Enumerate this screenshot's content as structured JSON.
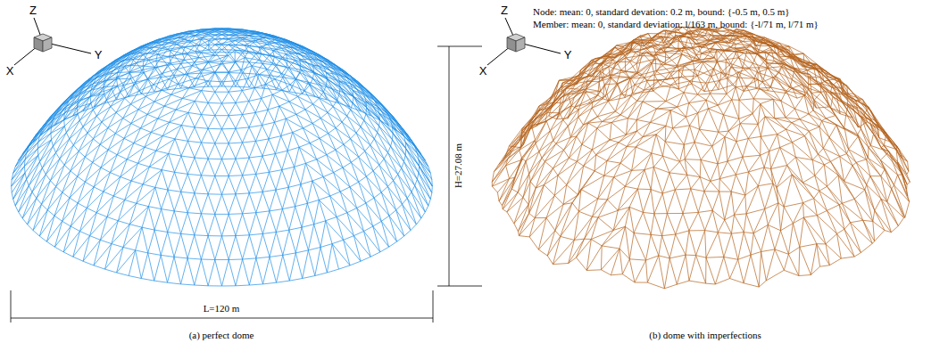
{
  "diagram": {
    "labels": [
      "Z",
      "Y",
      "X",
      "Node: mean: 0, standard devation: 0.2 m, bound: {-0.5 m, 0.5 m}",
      "Member: mean: 0, standard deviation: l/163 m, bound: {-l/71 m, l/71 m}",
      "Z",
      "Y",
      "X",
      "H=27.08 m",
      "L=120 m",
      "(a) perfect dome",
      "(b) dome with imperfections"
    ]
  }
}
